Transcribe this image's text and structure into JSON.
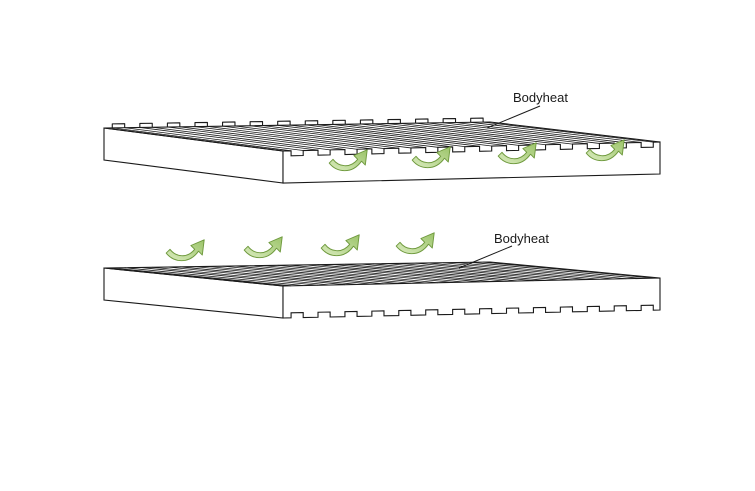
{
  "diagram": {
    "panels": [
      {
        "id": "top",
        "label": "Bodyheat",
        "grooves": "top"
      },
      {
        "id": "bottom",
        "label": "Bodyheat",
        "grooves": "bottom"
      }
    ],
    "colors": {
      "stroke": "#1a1a1a",
      "arrow_fill": "#b5d28c",
      "arrow_fill_light": "#d4e6b7",
      "arrow_stroke": "#6f9a3e"
    },
    "icons": {
      "arrow": "curved-heat-arrow"
    }
  }
}
